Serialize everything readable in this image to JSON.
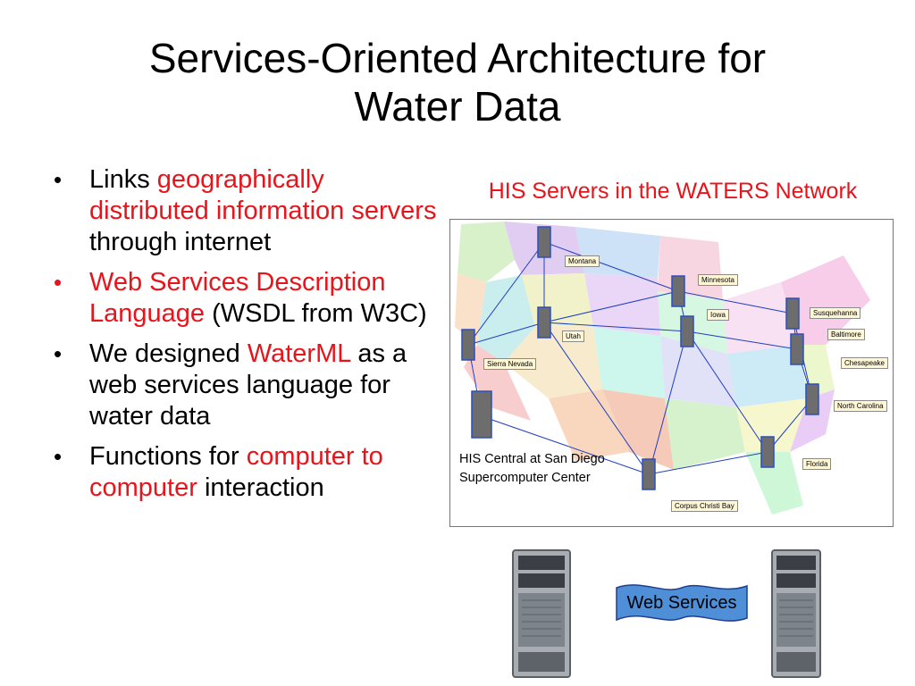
{
  "slide": {
    "title_line1": "Services-Oriented Architecture for",
    "title_line2": "Water Data"
  },
  "bullets": [
    {
      "parts": [
        {
          "text": "Links ",
          "red": false
        },
        {
          "text": "geographically distributed information servers",
          "red": true
        },
        {
          "text": " through internet",
          "red": false
        }
      ],
      "bullet_red": false
    },
    {
      "parts": [
        {
          "text": "Web Services Description Language",
          "red": true
        },
        {
          "text": " (WSDL from W3C)",
          "red": false
        }
      ],
      "bullet_red": true
    },
    {
      "parts": [
        {
          "text": "We designed ",
          "red": false
        },
        {
          "text": "WaterML",
          "red": true
        },
        {
          "text": " as a web services language for water data",
          "red": false
        }
      ],
      "bullet_red": false
    },
    {
      "parts": [
        {
          "text": "Functions for ",
          "red": false
        },
        {
          "text": "computer to computer",
          "red": true
        },
        {
          "text": " interaction",
          "red": false
        }
      ],
      "bullet_red": false
    }
  ],
  "bullet_glyph": "•",
  "map": {
    "caption": "HIS Servers in the WATERS Network",
    "central_note": "HIS Central at San Diego Supercomputer Center",
    "site_labels": {
      "montana": "Montana",
      "minnesota": "Minnesota",
      "iowa": "Iowa",
      "utah": "Utah",
      "sierra_nevada": "Sierra Nevada",
      "susquehanna": "Susquehanna",
      "baltimore": "Baltimore",
      "chesapeake": "Chesapeake",
      "north_carolina": "North Carolina",
      "florida": "Florida",
      "corpus_christi_bay": "Corpus Christi Bay"
    }
  },
  "web_services_label": "Web Services",
  "colors": {
    "accent_red": "#e8141b",
    "link_blue": "#1f3fbf",
    "banner_fill": "#4f8fd8"
  }
}
